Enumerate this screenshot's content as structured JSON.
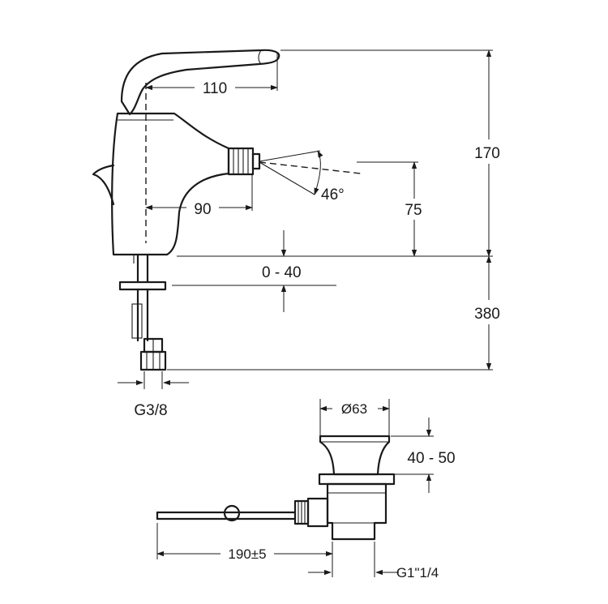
{
  "dimensions": {
    "spout_reach": "110",
    "tap_height": "170",
    "outlet_angle": "46°",
    "outlet_height": "75",
    "outlet_reach": "90",
    "deck_thickness": "0 - 40",
    "below_deck_length": "380",
    "connection": "G3/8",
    "waste_diameter": "Ø63",
    "waste_stroke": "40 - 50",
    "rod_length": "190±5",
    "waste_thread": "G1\"1/4"
  }
}
